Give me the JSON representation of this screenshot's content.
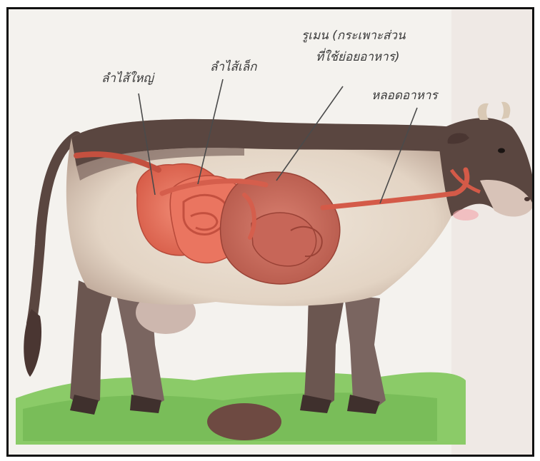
{
  "labels": {
    "large_intestine": "ลำไส้ใหญ่",
    "small_intestine": "ลำไส้เล็ก",
    "rumen_line1": "รูเมน (กระเพาะส่วน",
    "rumen_line2": "ที่ใช้ย่อยอาหาร)",
    "esophagus": "หลอดอาหาร"
  },
  "colors": {
    "cow_dark": "#5a4640",
    "cow_light": "#e8ddd0",
    "organ": "#e8705c",
    "organ_dark": "#c84f3e",
    "grass": "#7cc25a",
    "background": "#f4f2ee"
  }
}
